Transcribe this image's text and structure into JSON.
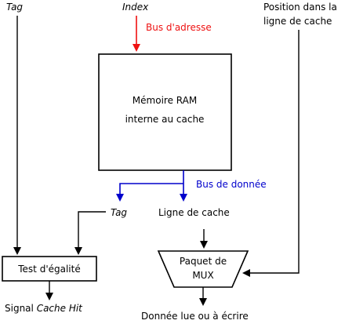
{
  "labels": {
    "tag_top": "Tag",
    "index": "Index",
    "position_line1": "Position dans la",
    "position_line2": "ligne de cache",
    "address_bus": "Bus d'adresse",
    "ram_line1": "Mémoire RAM",
    "ram_line2": "interne au cache",
    "data_bus": "Bus de donnée",
    "tag_mid": "Tag",
    "cache_line": "Ligne de cache",
    "equality_test": "Test d'égalité",
    "mux_line1": "Paquet de",
    "mux_line2": "MUX",
    "signal_prefix": "Signal ",
    "signal_italic": "Cache Hit",
    "data_out": "Donnée lue ou à écrire"
  },
  "colors": {
    "address_bus": "#ee1111",
    "data_bus": "#0000cc",
    "wires": "#000000"
  }
}
